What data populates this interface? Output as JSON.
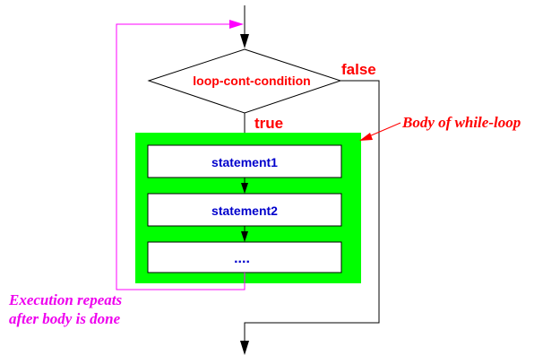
{
  "labels": {
    "condition": "loop-cont-condition",
    "false_label": "false",
    "true_label": "true",
    "body_annotation": "Body of while-loop",
    "repeat_line1": "Execution repeats",
    "repeat_line2": "after body is done"
  },
  "statements": [
    "statement1",
    "statement2",
    "...."
  ],
  "colors": {
    "condition_text": "#ff0000",
    "annotation_red": "#ff0000",
    "statement_text": "#0000cc",
    "body_fill": "#00ff00",
    "loop_back": "#ff00ff",
    "annotation_magenta": "#ee00ee",
    "stroke": "#000000"
  }
}
